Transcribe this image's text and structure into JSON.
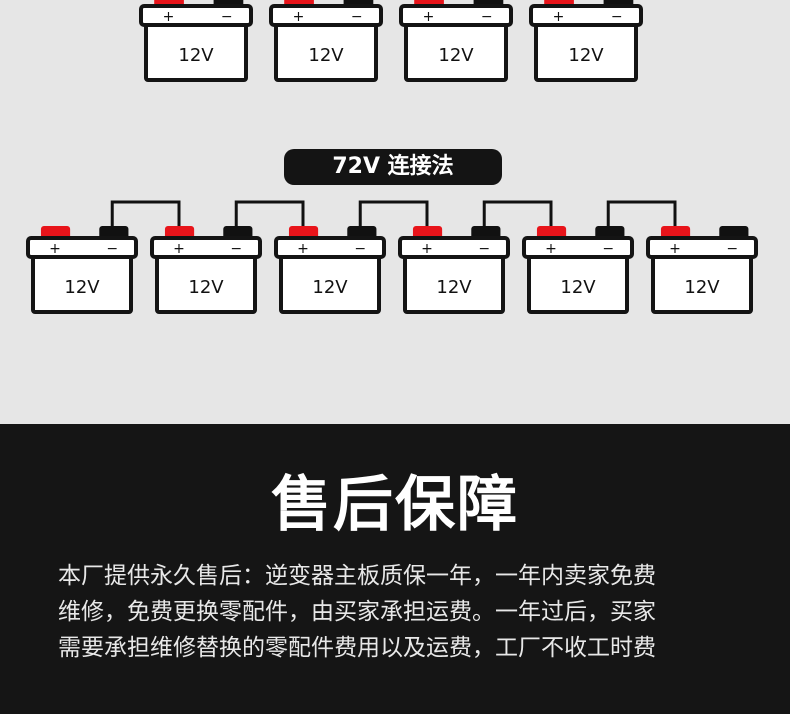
{
  "battery": {
    "voltage_label": "12V",
    "plus_sign": "+",
    "minus_sign": "−"
  },
  "section_72v": {
    "title": "72V 连接法"
  },
  "after_sales": {
    "heading": "售后保障",
    "lines": [
      "本厂提供永久售后：逆变器主板质保一年，一年内卖家免费",
      "维修，免费更换零配件，由买家承担运费。一年过后，买家",
      "需要承担维修替换的零配件费用以及运费，工厂不收工时费"
    ]
  },
  "colors": {
    "positive_terminal": "#e8141a",
    "negative_terminal": "#111111",
    "top_bg": "#e6e6e6",
    "bottom_bg": "#151515"
  }
}
